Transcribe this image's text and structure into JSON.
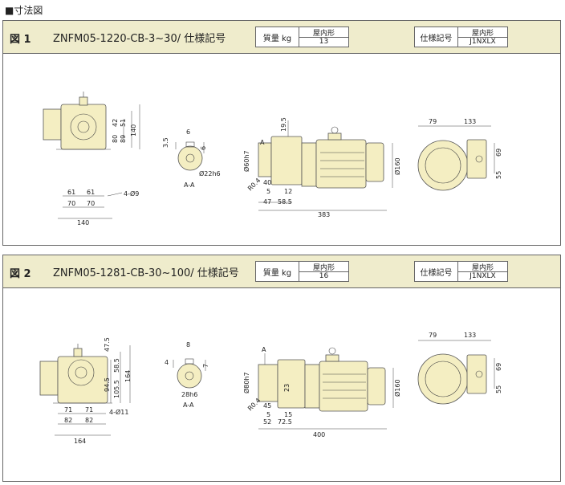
{
  "page_heading": "■寸法図",
  "figures": [
    {
      "no": "図 1",
      "title": "ZNFM05-1220-CB-3~30/ 仕様記号",
      "mass_label": "質量 kg",
      "mass_header": "屋内形",
      "mass_value": "13",
      "spec_label": "仕様記号",
      "spec_header": "屋内形",
      "spec_value": "J1NXLX",
      "dims": {
        "front_w": "140",
        "half_a": "61",
        "half_b": "61",
        "half_c": "70",
        "half_d": "70",
        "h1": "42",
        "h2": "51",
        "h3": "80",
        "h4": "89",
        "h5": "140",
        "holes": "4-Ø9",
        "shaft_key_a": "6",
        "shaft_key_b": "3.5",
        "shaft_key_c": "6",
        "shaft_dia": "Ø22h6",
        "section": "A-A",
        "side_top": "19.5",
        "side_a": "A",
        "side_pilot": "Ø60h7",
        "side_r": "R0.4",
        "side_40": "40",
        "side_5": "5",
        "side_12": "12",
        "side_47": "47",
        "side_585": "58.5",
        "side_total": "383",
        "side_dia": "Ø160",
        "end_79": "79",
        "end_133": "133",
        "end_69": "69",
        "end_55": "55"
      }
    },
    {
      "no": "図 2",
      "title": "ZNFM05-1281-CB-30~100/ 仕様記号",
      "mass_label": "質量 kg",
      "mass_header": "屋内形",
      "mass_value": "16",
      "spec_label": "仕様記号",
      "spec_header": "屋内形",
      "spec_value": "J1NXLX",
      "dims": {
        "front_w": "164",
        "half_a": "71",
        "half_b": "71",
        "half_c": "82",
        "half_d": "82",
        "h1": "47.5",
        "h2": "58.5",
        "h3": "94.5",
        "h4": "105.5",
        "h5": "164",
        "holes": "4-Ø11",
        "shaft_key_a": "8",
        "shaft_key_b": "4",
        "shaft_key_c": "7",
        "shaft_dia": "28h6",
        "section": "A-A",
        "side_top": "23",
        "side_a": "A",
        "side_pilot": "Ø80h7",
        "side_r": "R0.4",
        "side_40": "45",
        "side_5": "5",
        "side_12": "15",
        "side_47": "52",
        "side_585": "72.5",
        "side_total": "400",
        "side_dia": "Ø160",
        "end_79": "79",
        "end_133": "133",
        "end_69": "69",
        "end_55": "55"
      }
    }
  ]
}
